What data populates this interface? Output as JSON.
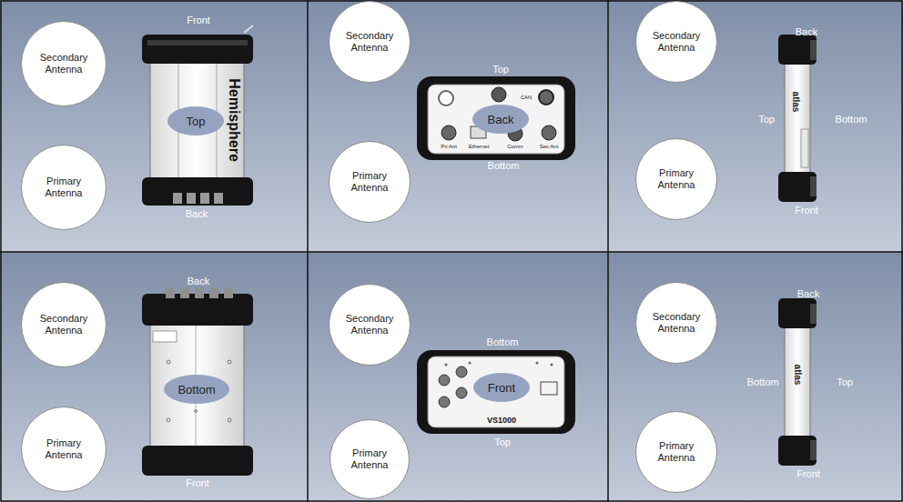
{
  "diagram": {
    "nodes": [
      {
        "text": [
          "Secondary Antenna"
        ]
      },
      {
        "text": [
          "Top"
        ]
      },
      {
        "text": [
          "Primary Antenna"
        ]
      },
      {
        "text": [
          "Secondary Antenna"
        ]
      },
      {
        "text": [
          "Back"
        ]
      },
      {
        "text": [
          "Primary Antenna"
        ]
      },
      {
        "text": [
          "Secondary Antenna"
        ]
      },
      {
        "text": [
          "Primary Antenna"
        ]
      },
      {
        "text": [
          "Secondary Antenna"
        ]
      },
      {
        "text": [
          "Bottom"
        ]
      },
      {
        "text": [
          "Primary Antenna"
        ]
      },
      {
        "text": [
          "Secondary Antenna"
        ]
      },
      {
        "text": [
          "Front"
        ]
      },
      {
        "text": [
          "Primary Antenna"
        ]
      },
      {
        "text": [
          "Secondary Antenna"
        ]
      },
      {
        "text": [
          "Primary Antenna"
        ]
      }
    ],
    "labels": [
      "Front",
      "Hemisphere",
      "Back",
      "Top",
      "CAN",
      "Pri Ant",
      "Ethernet",
      "Comm",
      "Sec Ant",
      "Bottom",
      "Back",
      "Top",
      "Bottom",
      "atlas",
      "Front",
      "Back",
      "Front",
      "Bottom",
      "VS1000",
      "Top",
      "Back",
      "Bottom",
      "Top",
      "atlas",
      "Front"
    ]
  }
}
